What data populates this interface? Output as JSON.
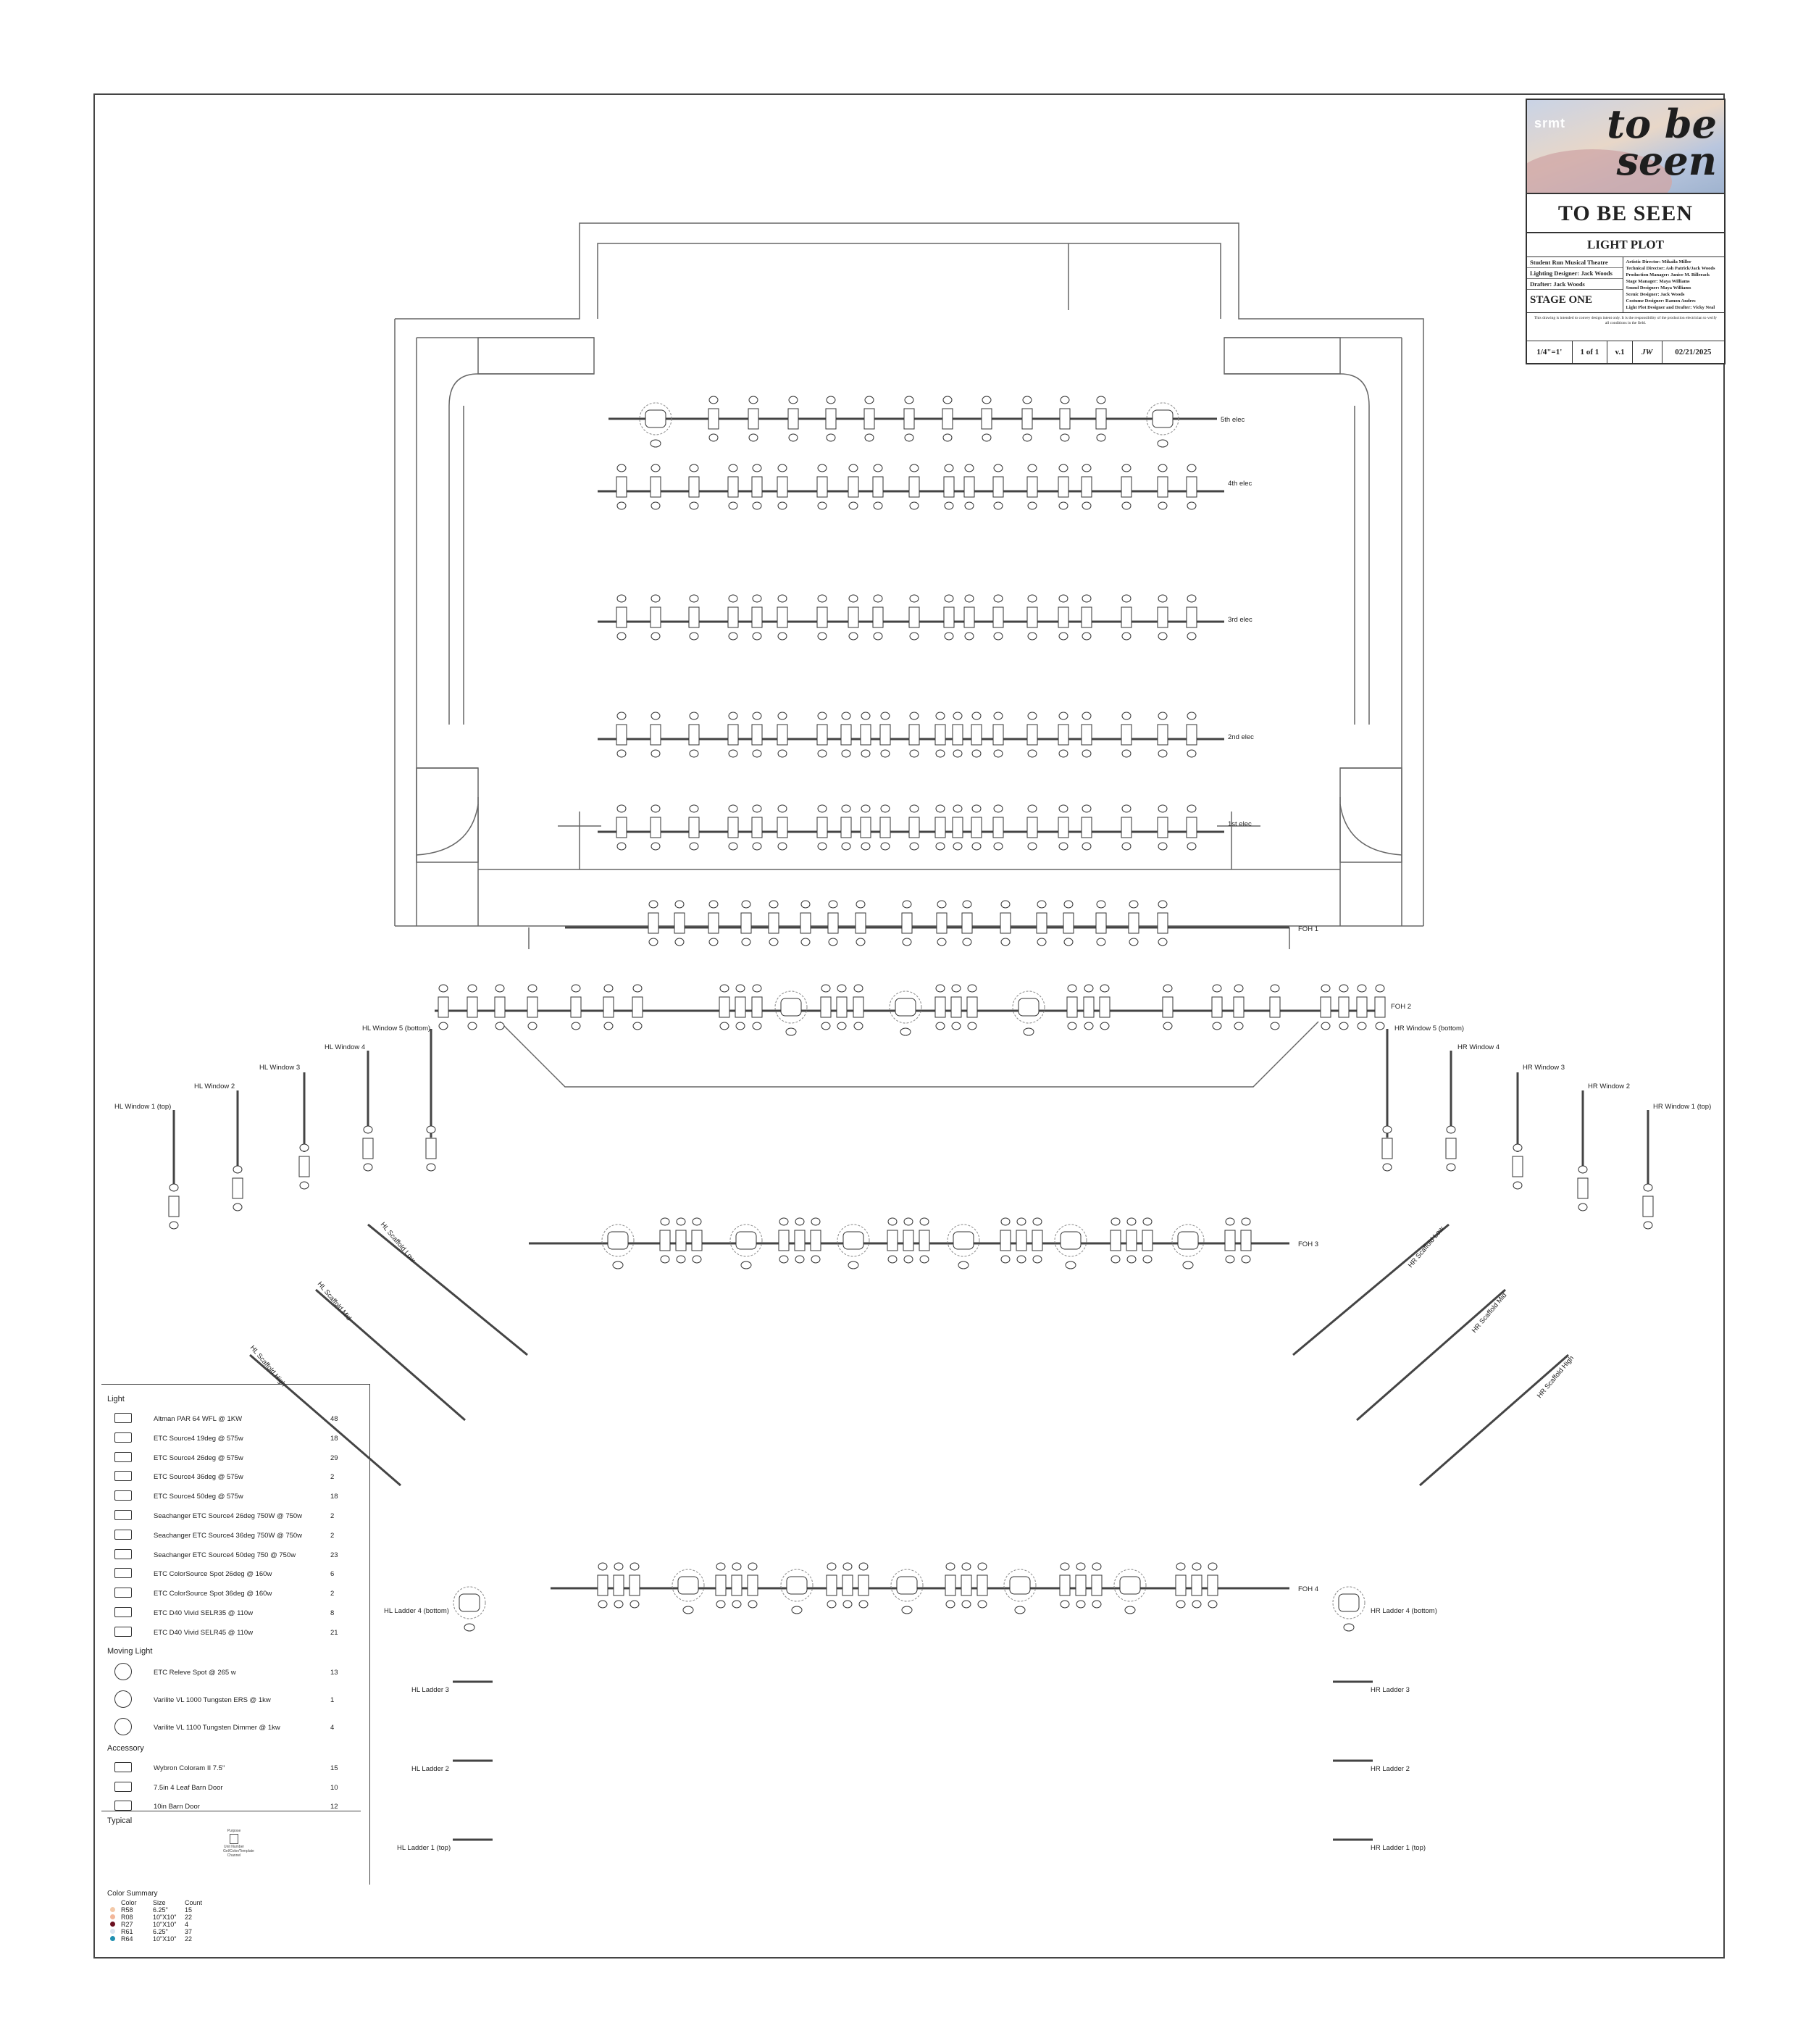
{
  "title_block": {
    "logo": "srmt",
    "brand_art": "to be seen",
    "show_title": "TO BE SEEN",
    "sheet_title": "LIGHT PLOT",
    "venue_lines": [
      "Student Run Musical Theatre",
      "Lighting Designer: Jack Woods",
      "Drafter: Jack Woods"
    ],
    "venue": "STAGE ONE",
    "credits": [
      "Artistic Director: Mikaila Miller",
      "Technical Director: Ash Patrick/Jack Woods",
      "Production Manager: Janice M. Billerack",
      "Stage Manager: Maya Williams",
      "Sound Designer: Maya Williams",
      "Scenic Designer: Jack Woods",
      "Costume Designer: Ramon Andres",
      "Light Plot Designer and Drafter: Vicky Neal"
    ],
    "disclaimer": "This drawing is intended to convey design intent only. It is the responsibility of the production electrician to verify all conditions in the field.",
    "scale": "1/4\"=1'",
    "sheet_num": "1 of 1",
    "version": "v.1",
    "signature": "JW",
    "date": "02/21/2025"
  },
  "pipes": {
    "fifth": "5th elec",
    "fourth": "4th elec",
    "third": "3rd elec",
    "second": "2nd elec",
    "first": "1st elec",
    "foh1": "FOH 1",
    "foh2": "FOH 2",
    "foh3": "FOH 3",
    "foh4": "FOH 4"
  },
  "booms": {
    "hl_w5": "HL Window 5 (bottom)",
    "hl_w4": "HL Window 4",
    "hl_w3": "HL Window 3",
    "hl_w2": "HL Window 2",
    "hl_w1": "HL Window 1 (top)",
    "hr_w5": "HR Window 5 (bottom)",
    "hr_w4": "HR Window 4",
    "hr_w3": "HR Window 3",
    "hr_w2": "HR Window 2",
    "hr_w1": "HR Window 1 (top)",
    "hl_sl": "HL Scaffold Low",
    "hl_sm": "HL Scaffold Mid",
    "hl_sh": "HL Scaffold High",
    "hr_sl": "HR Scaffold Low",
    "hr_sm": "HR Scaffold Mid",
    "hr_sh": "HR Scaffold High",
    "hl_l4": "HL Ladder 4 (bottom)",
    "hl_l3": "HL Ladder 3",
    "hl_l2": "HL Ladder 2",
    "hl_l1": "HL Ladder 1 (top)",
    "hr_l4": "HR Ladder 4 (bottom)",
    "hr_l3": "HR Ladder 3",
    "hr_l2": "HR Ladder 2",
    "hr_l1": "HR Ladder 1 (top)"
  },
  "legend": {
    "light_header": "Light",
    "moving_header": "Moving Light",
    "accessory_header": "Accessory",
    "typical_header": "Typical",
    "typical_labels": [
      "Purpose",
      "Unit Number",
      "Gel/Color/Template",
      "Channel"
    ],
    "light": [
      {
        "name": "Altman PAR 64 WFL @ 1KW",
        "count": "48"
      },
      {
        "name": "ETC Source4 19deg @ 575w",
        "count": "18"
      },
      {
        "name": "ETC Source4 26deg @ 575w",
        "count": "29"
      },
      {
        "name": "ETC Source4 36deg @ 575w",
        "count": "2"
      },
      {
        "name": "ETC Source4 50deg @ 575w",
        "count": "18"
      },
      {
        "name": "Seachanger ETC Source4 26deg 750W @ 750w",
        "count": "2"
      },
      {
        "name": "Seachanger ETC Source4 36deg 750W @ 750w",
        "count": "2"
      },
      {
        "name": "Seachanger ETC Source4 50deg 750 @ 750w",
        "count": "23"
      },
      {
        "name": "ETC ColorSource Spot 26deg @ 160w",
        "count": "6"
      },
      {
        "name": "ETC ColorSource Spot 36deg @ 160w",
        "count": "2"
      },
      {
        "name": "ETC D40 Vivid SELR35 @ 110w",
        "count": "8"
      },
      {
        "name": "ETC D40 Vivid SELR45 @ 110w",
        "count": "21"
      }
    ],
    "moving": [
      {
        "name": "ETC Releve Spot @ 265 w",
        "count": "13"
      },
      {
        "name": "Varilite VL 1000 Tungsten ERS @ 1kw",
        "count": "1"
      },
      {
        "name": "Varilite VL 1100 Tungsten Dimmer @ 1kw",
        "count": "4"
      }
    ],
    "accessory": [
      {
        "name": "Wybron Coloram II 7.5\"",
        "count": "15"
      },
      {
        "name": "7.5in 4 Leaf Barn Door",
        "count": "10"
      },
      {
        "name": "10in Barn Door",
        "count": "12"
      }
    ]
  },
  "color_summary": {
    "title": "Color Summary",
    "headers": [
      "Color",
      "Size",
      "Count"
    ],
    "rows": [
      {
        "color": "R58",
        "size": "6.25\"",
        "count": "15",
        "hex": "#f3c9a8"
      },
      {
        "color": "R08",
        "size": "10\"X10\"",
        "count": "22",
        "hex": "#f2b79a"
      },
      {
        "color": "R27",
        "size": "10\"X10\"",
        "count": "4",
        "hex": "#6b1020"
      },
      {
        "color": "R61",
        "size": "6.25\"",
        "count": "37",
        "hex": "#d9e4f0"
      },
      {
        "color": "R64",
        "size": "10\"X10\"",
        "count": "22",
        "hex": "#1f8fb0"
      }
    ]
  },
  "colors": {
    "line": "#444444",
    "wall": "#666666",
    "art_sky": "#c9d3e6",
    "art_hill": "#cfa7a8"
  }
}
